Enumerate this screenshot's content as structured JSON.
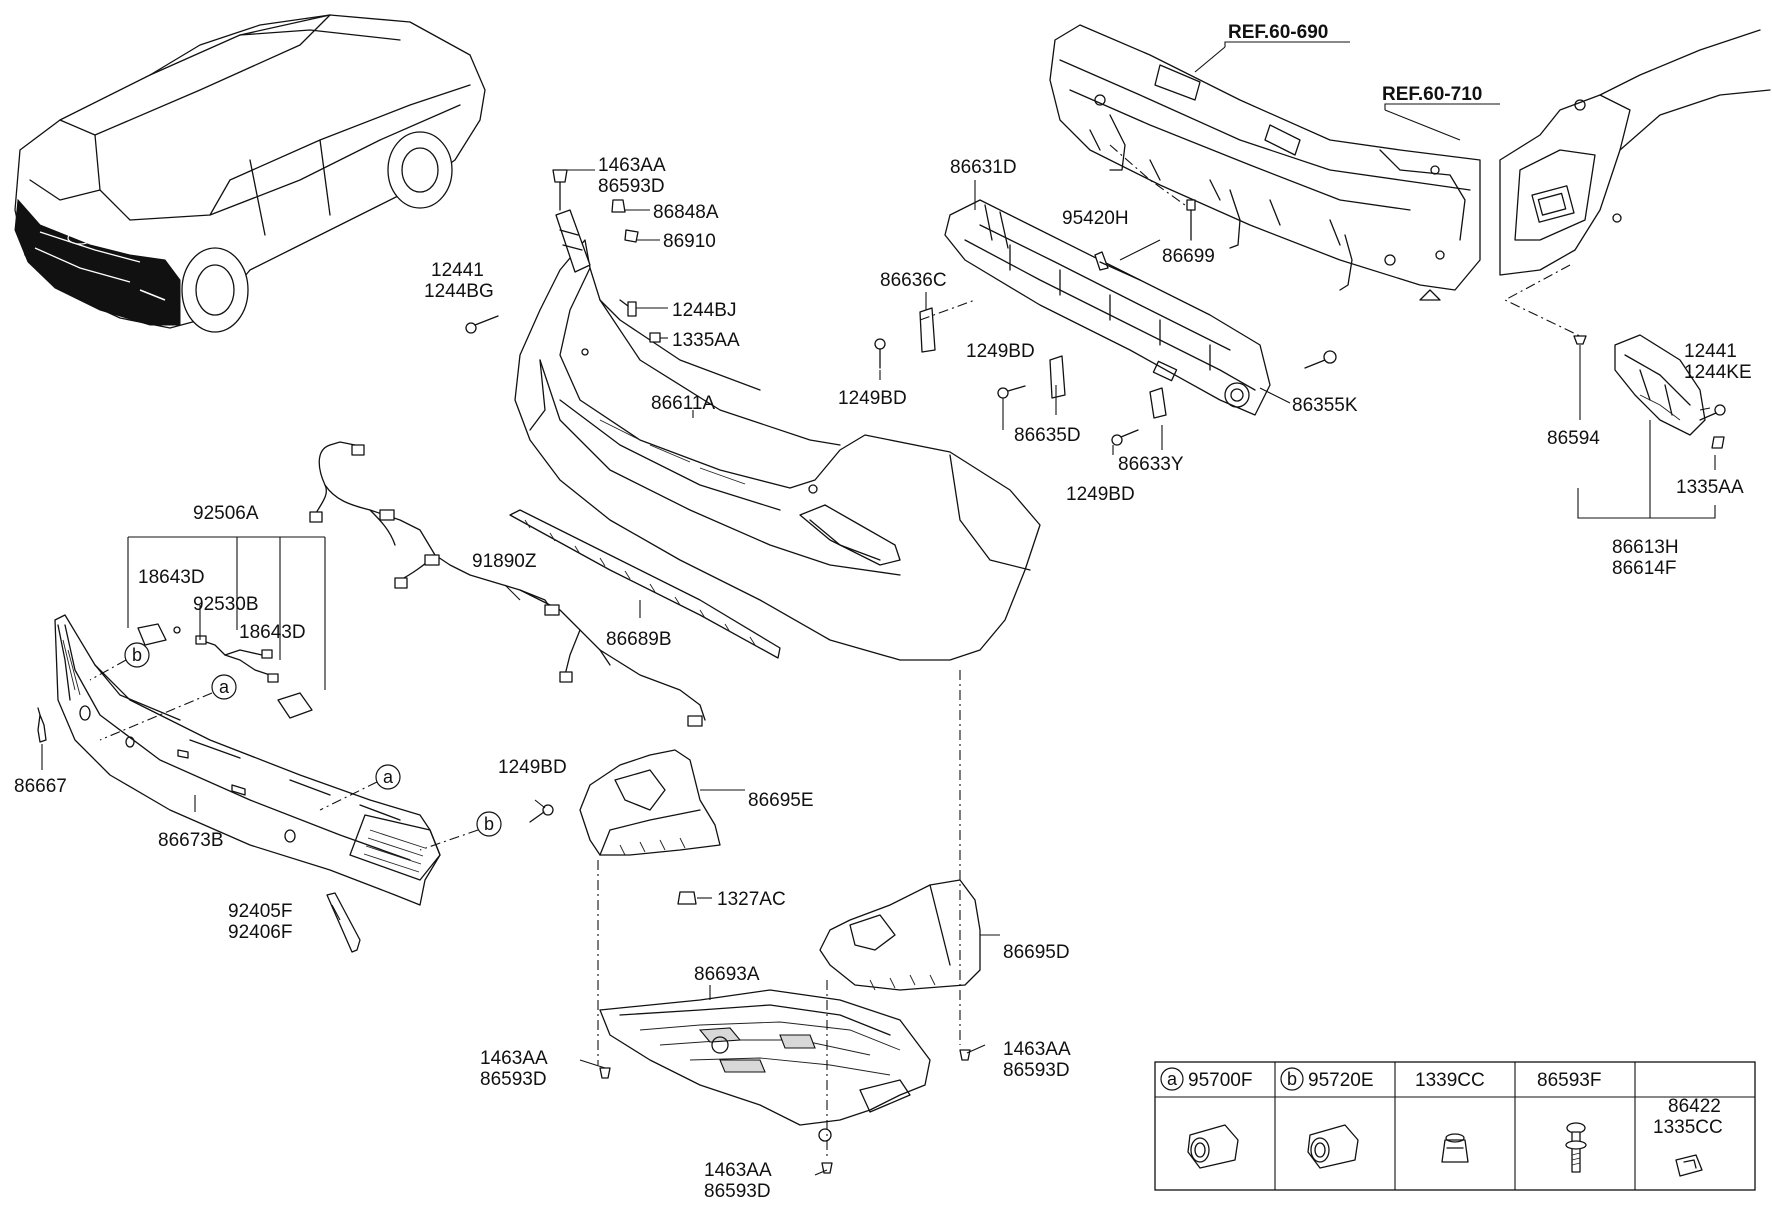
{
  "references": {
    "ref_690": "REF.60-690",
    "ref_710": "REF.60-710"
  },
  "labels": {
    "p1463AA_top": "1463AA",
    "p86593D_top": "86593D",
    "p86848A": "86848A",
    "p86910": "86910",
    "p12441_left": "12441",
    "p1244BG": "1244BG",
    "p1244BJ": "1244BJ",
    "p1335AA_mid": "1335AA",
    "p86611A": "86611A",
    "p86631D": "86631D",
    "p95420H": "95420H",
    "p86699": "86699",
    "p86636C": "86636C",
    "p1249BD_a": "1249BD",
    "p1249BD_b": "1249BD",
    "p1249BD_c": "1249BD",
    "p86635D": "86635D",
    "p86633Y": "86633Y",
    "p86355K": "86355K",
    "p12441_right": "12441",
    "p1244KE": "1244KE",
    "p86594": "86594",
    "p1335AA_right": "1335AA",
    "p86613H": "86613H",
    "p86614F": "86614F",
    "p92506A": "92506A",
    "p18643D_a": "18643D",
    "p92530B": "92530B",
    "p18643D_b": "18643D",
    "p91890Z": "91890Z",
    "p86689B": "86689B",
    "p86667": "86667",
    "p86673B": "86673B",
    "p1249BD_d": "1249BD",
    "p92405F": "92405F",
    "p92406F": "92406F",
    "p86695E": "86695E",
    "p1327AC": "1327AC",
    "p86695D": "86695D",
    "p86693A": "86693A",
    "p1463AA_left": "1463AA",
    "p86593D_left": "86593D",
    "p1463AA_right": "1463AA",
    "p86593D_right": "86593D",
    "p1463AA_bottom": "1463AA",
    "p86593D_bottom": "86593D"
  },
  "callouts": {
    "a": "a",
    "b": "b"
  },
  "legend_table": {
    "columns": [
      {
        "marker": "a",
        "part": "95700F"
      },
      {
        "marker": "b",
        "part": "95720E"
      },
      {
        "marker": "",
        "part": "1339CC"
      },
      {
        "marker": "",
        "part": "86593F"
      },
      {
        "marker": "",
        "part": "86422",
        "part2": "1335CC"
      }
    ]
  }
}
